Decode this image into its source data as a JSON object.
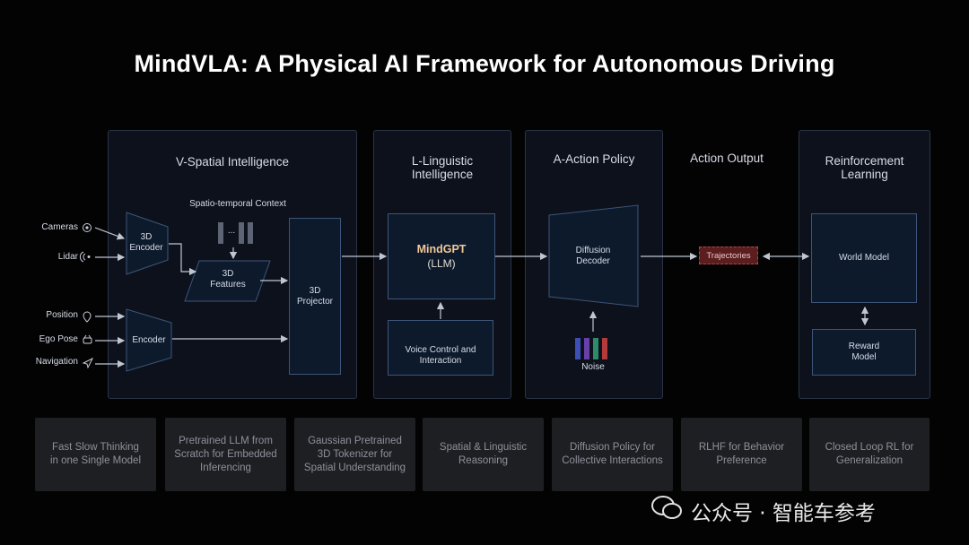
{
  "title": "MindVLA: A Physical AI Framework for Autonomous Driving",
  "panels": {
    "spatial": {
      "title": "V-Spatial Intelligence"
    },
    "linguistic": {
      "title_line1": "L-Linguistic",
      "title_line2": "Intelligence"
    },
    "action": {
      "title": "A-Action Policy"
    },
    "action_output": {
      "title": "Action Output"
    },
    "rl": {
      "title_line1": "Reinforcement",
      "title_line2": "Learning"
    }
  },
  "inputs": [
    {
      "label": "Cameras",
      "icon": "camera-icon"
    },
    {
      "label": "Lidar",
      "icon": "lidar-icon"
    },
    {
      "label": "Position",
      "icon": "location-pin-icon"
    },
    {
      "label": "Ego Pose",
      "icon": "car-icon"
    },
    {
      "label": "Navigation",
      "icon": "navigation-arrow-icon"
    }
  ],
  "spatial": {
    "encoder3d_line1": "3D",
    "encoder3d_line2": "Encoder",
    "context_label": "Spatio-temporal Context",
    "context_dots": "...",
    "features_line1": "3D",
    "features_line2": "Features",
    "projector_line1": "3D",
    "projector_line2": "Projector",
    "encoder": "Encoder"
  },
  "linguistic": {
    "llm_name": "MindGPT",
    "llm_sub": "(LLM)",
    "voice_line1": "Voice Control and",
    "voice_line2": "Interaction"
  },
  "action": {
    "decoder_line1": "Diffusion",
    "decoder_line2": "Decoder",
    "noise": "Noise",
    "noise_colors": [
      "#3d4fb5",
      "#6a3fa8",
      "#2f8a6a",
      "#b23a3a"
    ]
  },
  "trajectories": "Trajectories",
  "rl": {
    "world_model": "World Model",
    "reward_line1": "Reward",
    "reward_line2": "Model"
  },
  "features": [
    {
      "line1": "Fast Slow Thinking",
      "line2": "in one Single Model",
      "line3": ""
    },
    {
      "line1": "Pretrained LLM from",
      "line2": "Scratch for Embedded",
      "line3": "Inferencing"
    },
    {
      "line1": "Gaussian Pretrained",
      "line2": "3D Tokenizer for",
      "line3": "Spatial Understanding"
    },
    {
      "line1": "Spatial & Linguistic",
      "line2": "Reasoning",
      "line3": ""
    },
    {
      "line1": "Diffusion Policy for",
      "line2": "Collective Interactions",
      "line3": ""
    },
    {
      "line1": "RLHF for Behavior",
      "line2": "Preference",
      "line3": ""
    },
    {
      "line1": "Closed Loop RL for",
      "line2": "Generalization",
      "line3": ""
    }
  ],
  "watermark": "公众号 · 智能车参考",
  "colors": {
    "background": "#030304",
    "panel": "#0c111c",
    "box": "#0d1a2c",
    "accent_red": "#b24848"
  }
}
